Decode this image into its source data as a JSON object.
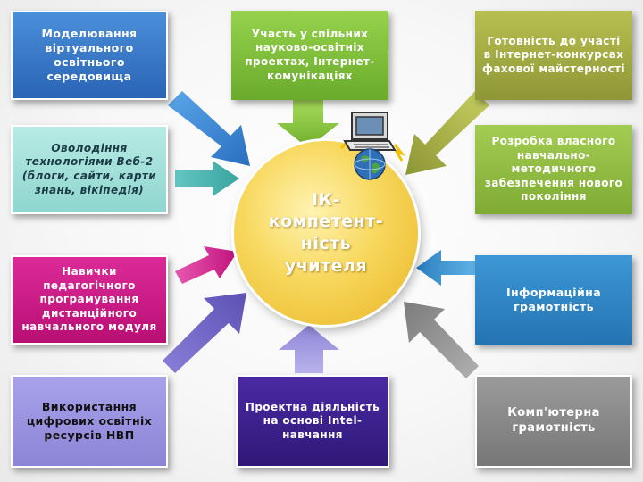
{
  "center": {
    "label": "ІК-\nкомпетент-\nність\nучителя"
  },
  "boxes": {
    "modeling": "Моделювання віртуального освітнього середовища",
    "participation": "Участь у спільних науково-освітніх проектах, Інтернет-комунікаціях",
    "readiness": "Готовність до участі в Інтернет-конкурсах фахової майстерності",
    "web2": "Оволодіння технологіями Веб-2 (блоги, сайти, карти знань, вікіпедія)",
    "methodical": "Розробка власного навчально-методичного забезпечення нового покоління",
    "programming": "Навички педагогічного програмування дистанційного навчального модуля",
    "info_literacy": "Інформаційна грамотність",
    "digital_resources": "Використання цифрових освітніх ресурсів НВП",
    "project": "Проектна діяльність на основі Intel-навчання",
    "computer_literacy": "Комп'ютерна грамотність"
  },
  "colors": {
    "blue": "#2f77c8",
    "green": "#7fbf3d",
    "olive": "#9aa43e",
    "magenta": "#d4178a",
    "steel": "#2d86c4",
    "purple": "#3a1f8c",
    "gray": "#8d8d8d",
    "center": "#f2c94c"
  },
  "icons": {
    "computer": "computer-globe-icon"
  }
}
